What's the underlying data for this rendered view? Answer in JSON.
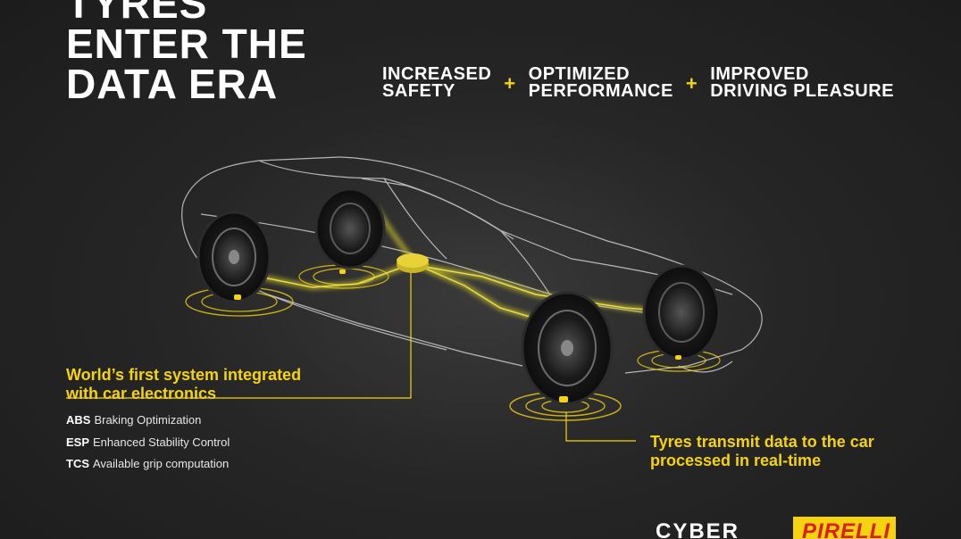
{
  "headline": {
    "line1": "TYRES",
    "line2": "ENTER THE",
    "line3": "DATA ERA"
  },
  "benefits": [
    {
      "line1": "INCREASED",
      "line2": "SAFETY"
    },
    {
      "line1": "OPTIMIZED",
      "line2": "PERFORMANCE"
    },
    {
      "line1": "IMPROVED",
      "line2": "DRIVING PLEASURE"
    }
  ],
  "plus_symbol": "+",
  "left_callout": {
    "line1": "World’s first system integrated",
    "line2": "with car electronics"
  },
  "systems": [
    {
      "abbr": "ABS",
      "desc": "Braking Optimization"
    },
    {
      "abbr": "ESP",
      "desc": "Enhanced Stability Control"
    },
    {
      "abbr": "TCS",
      "desc": "Available grip computation"
    }
  ],
  "right_callout": {
    "line1": "Tyres transmit data to the car",
    "line2": "processed in real-time"
  },
  "logos": {
    "cyber": "CYBER",
    "pirelli": "PIRELLI"
  },
  "colors": {
    "accent": "#f5d40f",
    "background": "#262626",
    "text": "#ffffff"
  }
}
